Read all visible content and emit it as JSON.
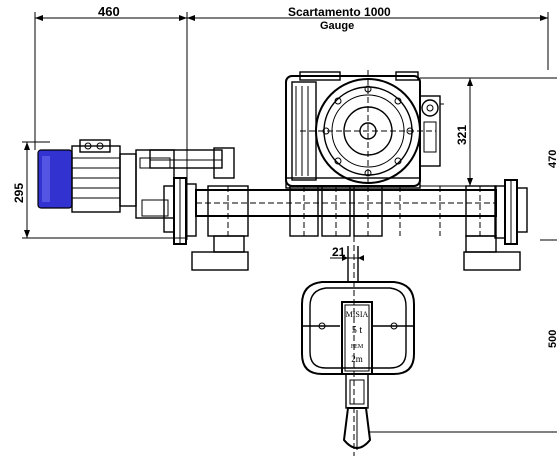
{
  "dimensions": {
    "motor_offset": "460",
    "gauge_it": "Scartamento  1000",
    "gauge_en": "Gauge",
    "motor_height": "295",
    "hoist_height": "321",
    "hook_offset": "21",
    "right_top_partial": "470",
    "right_bottom_partial": "500"
  },
  "nameplate": {
    "brand": "MISIA",
    "capacity": "5  t",
    "standard": "FEM",
    "group": "2m"
  },
  "colors": {
    "motor_body": "#3232d0",
    "motor_highlight": "#6d6df0",
    "line": "#000000"
  }
}
